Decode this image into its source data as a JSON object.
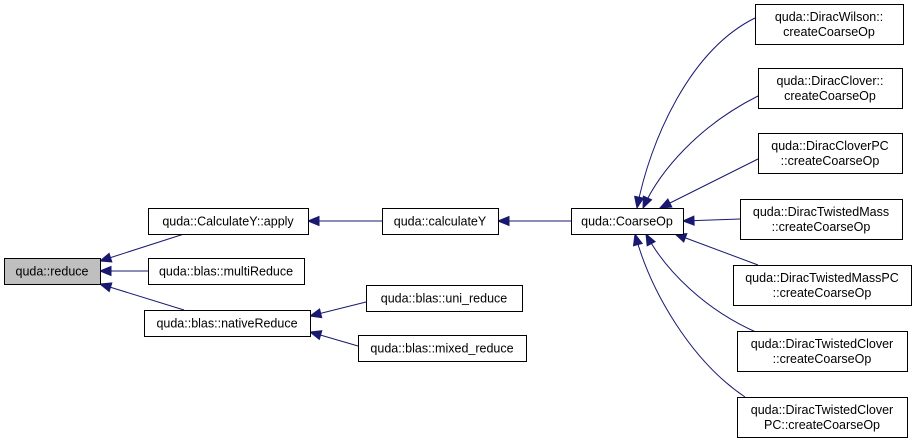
{
  "graph": {
    "edge_color": "#191970",
    "root_fill": "#bfbfbf",
    "nodes": {
      "reduce": {
        "lines": [
          "quda::reduce"
        ],
        "root": true
      },
      "calcY_apply": {
        "lines": [
          "quda::CalculateY::apply"
        ]
      },
      "multiReduce": {
        "lines": [
          "quda::blas::multiReduce"
        ]
      },
      "nativeReduce": {
        "lines": [
          "quda::blas::nativeReduce"
        ]
      },
      "calculateY": {
        "lines": [
          "quda::calculateY"
        ]
      },
      "uni_reduce": {
        "lines": [
          "quda::blas::uni_reduce"
        ]
      },
      "mixed_reduce": {
        "lines": [
          "quda::blas::mixed_reduce"
        ]
      },
      "coarseOp": {
        "lines": [
          "quda::CoarseOp"
        ]
      },
      "wilson": {
        "lines": [
          "quda::DiracWilson::",
          "createCoarseOp"
        ]
      },
      "clover": {
        "lines": [
          "quda::DiracClover::",
          "createCoarseOp"
        ]
      },
      "cloverPC": {
        "lines": [
          "quda::DiracCloverPC",
          "::createCoarseOp"
        ]
      },
      "twistedMass": {
        "lines": [
          "quda::DiracTwistedMass",
          "::createCoarseOp"
        ]
      },
      "twistedMassPC": {
        "lines": [
          "quda::DiracTwistedMassPC",
          "::createCoarseOp"
        ]
      },
      "twistedClover": {
        "lines": [
          "quda::DiracTwistedClover",
          "::createCoarseOp"
        ]
      },
      "twistedCloverPC": {
        "lines": [
          "quda::DiracTwistedClover",
          "PC::createCoarseOp"
        ]
      }
    },
    "edges": [
      {
        "from": "calcY_apply",
        "to": "reduce"
      },
      {
        "from": "multiReduce",
        "to": "reduce"
      },
      {
        "from": "nativeReduce",
        "to": "reduce"
      },
      {
        "from": "calculateY",
        "to": "calcY_apply"
      },
      {
        "from": "uni_reduce",
        "to": "nativeReduce"
      },
      {
        "from": "mixed_reduce",
        "to": "nativeReduce"
      },
      {
        "from": "coarseOp",
        "to": "calculateY"
      },
      {
        "from": "wilson",
        "to": "coarseOp"
      },
      {
        "from": "clover",
        "to": "coarseOp"
      },
      {
        "from": "cloverPC",
        "to": "coarseOp"
      },
      {
        "from": "twistedMass",
        "to": "coarseOp"
      },
      {
        "from": "twistedMassPC",
        "to": "coarseOp"
      },
      {
        "from": "twistedClover",
        "to": "coarseOp"
      },
      {
        "from": "twistedCloverPC",
        "to": "coarseOp"
      }
    ]
  }
}
